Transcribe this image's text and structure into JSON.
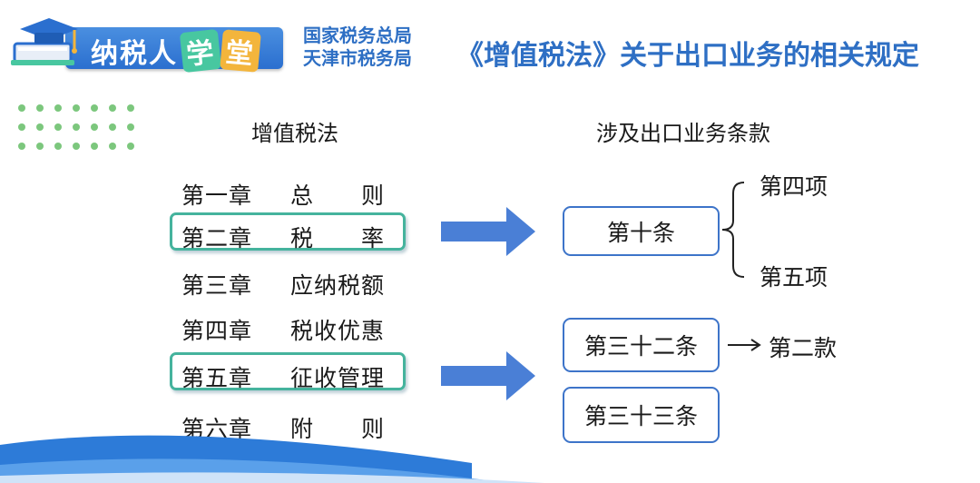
{
  "header": {
    "logo_text_a": "纳税人",
    "logo_text_b": "学",
    "logo_text_c": "堂",
    "bureau_line1": "国家税务总局",
    "bureau_line2": "天津市税务局",
    "title": "《增值税法》关于出口业务的相关规定"
  },
  "left": {
    "heading": "增值税法",
    "chapters": [
      {
        "num": "第一章",
        "name": "总　　则",
        "highlighted": false
      },
      {
        "num": "第二章",
        "name": "税　　率",
        "highlighted": true
      },
      {
        "num": "第三章",
        "name": "应纳税额",
        "highlighted": false
      },
      {
        "num": "第四章",
        "name": "税收优惠",
        "highlighted": false
      },
      {
        "num": "第五章",
        "name": "征收管理",
        "highlighted": true
      },
      {
        "num": "第六章",
        "name": "附　　则",
        "highlighted": false
      }
    ]
  },
  "right": {
    "heading": "涉及出口业务条款",
    "article_10": "第十条",
    "article_10_items": [
      "第四项",
      "第五项"
    ],
    "article_32": "第三十二条",
    "article_32_clause": "第二款",
    "article_33": "第三十三条",
    "arrow_glyph": "⟶"
  },
  "colors": {
    "primary_blue": "#2e6fc4",
    "arrow_blue": "#4a7fd6",
    "highlight_teal": "#45b39d",
    "dot_green": "#7cc77d"
  }
}
